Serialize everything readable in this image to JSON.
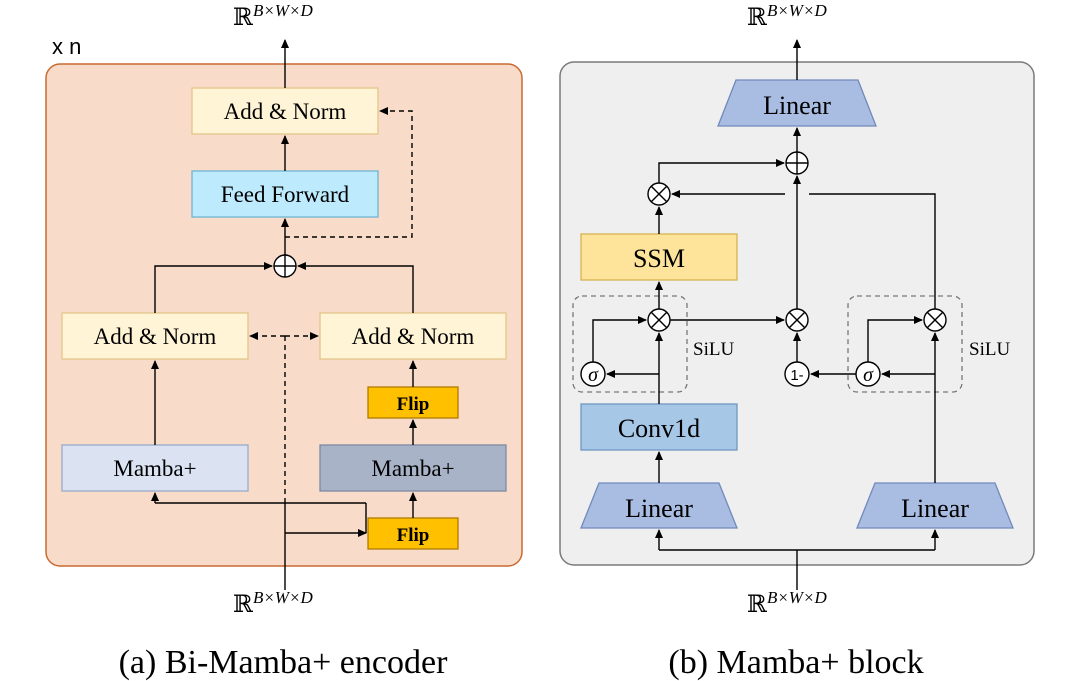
{
  "colors": {
    "encoder_bg": "#f8dcc9",
    "encoder_border": "#c96a30",
    "block_bg": "#efefef",
    "block_border": "#7a7a7a",
    "add_norm": "#fff4d6",
    "feed_forward": "#bdeafc",
    "mamba_light": "#dbe3f3",
    "mamba_dark": "#a8b3c8",
    "flip": "#ffc000",
    "ssm": "#fde49a",
    "conv": "#a7c7e7",
    "linear": "#a9bde2"
  },
  "encoder": {
    "repeat_label": "x n",
    "output_label": "ℝ",
    "output_sup": "B×W×D",
    "input_label": "ℝ",
    "input_sup": "B×W×D",
    "top_add_norm": "Add & Norm",
    "feed_forward": "Feed Forward",
    "left_add_norm": "Add & Norm",
    "right_add_norm": "Add & Norm",
    "flip_top": "Flip",
    "flip_bottom": "Flip",
    "left_mamba": "Mamba+",
    "right_mamba": "Mamba+",
    "caption": "(a)  Bi-Mamba+ encoder"
  },
  "block": {
    "output_label": "ℝ",
    "output_sup": "B×W×D",
    "input_label": "ℝ",
    "input_sup": "B×W×D",
    "top_linear": "Linear",
    "ssm": "SSM",
    "silu_left": "SiLU",
    "silu_right": "SiLU",
    "sigma_left": "σ",
    "sigma_right": "σ",
    "one_minus": "1-",
    "conv1d": "Conv1d",
    "left_linear": "Linear",
    "right_linear": "Linear",
    "caption": "(b)  Mamba+ block"
  }
}
